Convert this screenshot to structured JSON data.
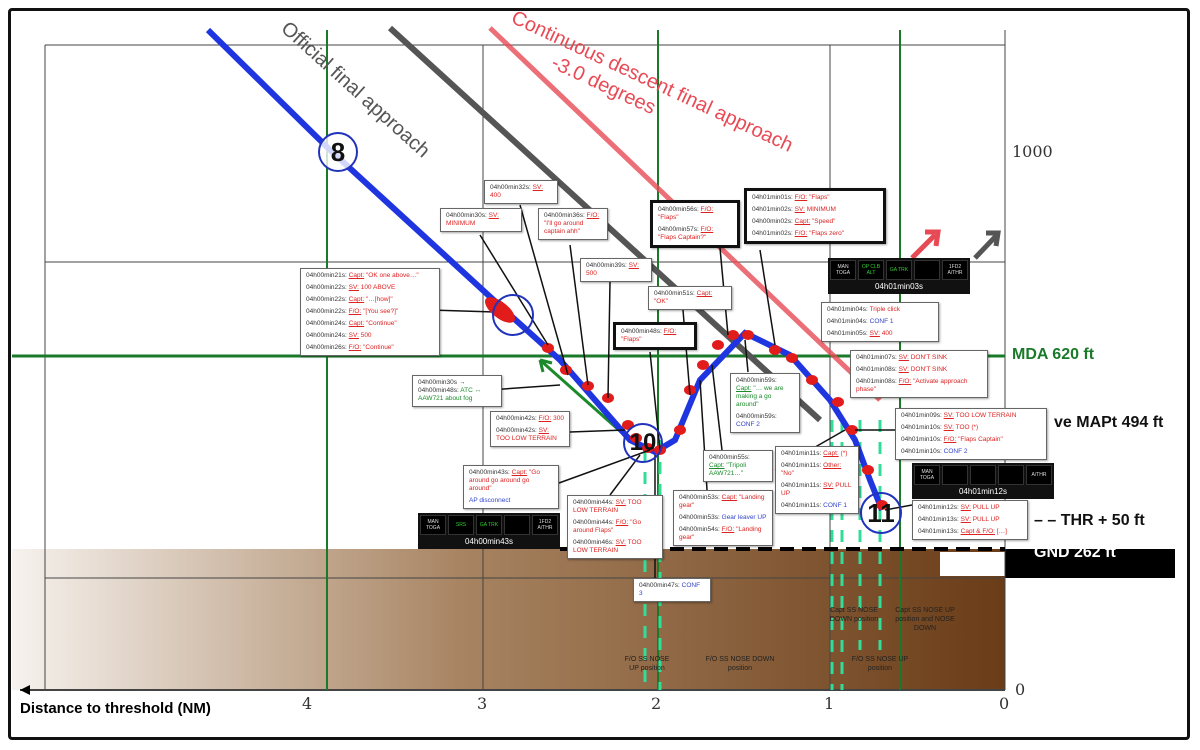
{
  "axis": {
    "xlabel": "Distance to threshold (NM)",
    "xticks": [
      "4",
      "3",
      "2",
      "1",
      "0"
    ],
    "yticks": [
      "1000",
      "0"
    ]
  },
  "references": {
    "mda": "MDA 620 ft",
    "mapt": "ve MAPt 494 ft",
    "thr": "– – THR + 50 ft",
    "gnd": "GND 262 ft",
    "official": "Official final approach",
    "cdfa": "Continuous descent final approach",
    "cdfa_angle": "-3.0 degrees"
  },
  "colors": {
    "path": "#1f35e0",
    "event": "#e21b1b",
    "mda": "#1a7a2a",
    "cdfa": "#e84a55",
    "official": "#555555"
  },
  "markers": [
    "8",
    "10",
    "11"
  ],
  "fma": [
    {
      "time": "04h00min43s",
      "cells": [
        "MAN TOGA",
        "SRS",
        "GA TRK",
        "",
        "1FD2 A/THR"
      ]
    },
    {
      "time": "04h01min03s",
      "cells": [
        "MAN TOGA",
        "OP CLB ALT",
        "GA TRK",
        "",
        "1FD2 A/THR"
      ]
    },
    {
      "time": "04h01min12s",
      "cells": [
        "MAN TOGA",
        "",
        "",
        "",
        "A/THR"
      ]
    }
  ],
  "terrain_labels": [
    "F/O SS NOSE UP position",
    "F/O SS NOSE DOWN position",
    "Capt SS NOSE DOWN position",
    "Capt SS NOSE UP position and NOSE DOWN",
    "F/O SS NOSE UP position"
  ],
  "annotations": [
    {
      "lines": [
        {
          "t": "04h00min21s:",
          "w": "Capt:",
          "x": "\"OK one above…\"",
          "c": "r"
        },
        {
          "t": "04h00min22s:",
          "w": "SV:",
          "x": "100 ABOVE",
          "c": "r"
        },
        {
          "t": "04h00min22s:",
          "w": "Capt:",
          "x": "\"…[how]\"",
          "c": "r"
        },
        {
          "t": "04h00min22s:",
          "w": "F/O:",
          "x": "\"[You see?]\"",
          "c": "r"
        },
        {
          "t": "04h00min24s:",
          "w": "Capt:",
          "x": "\"Continue\"",
          "c": "r"
        },
        {
          "t": "04h00min24s:",
          "w": "SV:",
          "x": "500",
          "c": "r"
        },
        {
          "t": "04h00min26s:",
          "w": "F/O:",
          "x": "\"Continue\"",
          "c": "r"
        }
      ]
    },
    {
      "lines": [
        {
          "t": "04h00min30s:",
          "w": "SV:",
          "x": "MINIMUM",
          "c": "r"
        }
      ]
    },
    {
      "lines": [
        {
          "t": "04h00min32s:",
          "w": "SV:",
          "x": "400",
          "c": "r"
        }
      ]
    },
    {
      "lines": [
        {
          "t": "04h00min36s:",
          "w": "F/O:",
          "x": "\"I'll go around captain ahh\"",
          "c": "r"
        }
      ]
    },
    {
      "lines": [
        {
          "t": "04h00min39s:",
          "w": "SV:",
          "x": "500",
          "c": "r"
        }
      ]
    },
    {
      "lines": [
        {
          "t": "04h00min30s → 04h00min48s:",
          "w": "",
          "x": "ATC ↔ AAW721 about fog",
          "c": "g"
        }
      ]
    },
    {
      "lines": [
        {
          "t": "04h00min42s:",
          "w": "F/O:",
          "x": "300",
          "c": "r"
        },
        {
          "t": "04h00min42s:",
          "w": "SV:",
          "x": "TOO LOW TERRAIN",
          "c": "r"
        }
      ]
    },
    {
      "lines": [
        {
          "t": "04h00min43s:",
          "w": "Capt:",
          "x": "\"Go around go around go around\"",
          "c": "r"
        },
        {
          "t": "",
          "w": "",
          "x": "AP disconnect",
          "c": "b"
        }
      ]
    },
    {
      "lines": [
        {
          "t": "04h00min44s:",
          "w": "SV:",
          "x": "TOO LOW TERRAIN",
          "c": "r"
        },
        {
          "t": "04h00min44s:",
          "w": "F/O:",
          "x": "\"Go around Flaps\"",
          "c": "r"
        },
        {
          "t": "04h00min46s:",
          "w": "SV:",
          "x": "TOO LOW TERRAIN",
          "c": "r"
        }
      ]
    },
    {
      "lines": [
        {
          "t": "04h00min47s:",
          "w": "",
          "x": "CONF 3",
          "c": "b"
        }
      ]
    },
    {
      "lines": [
        {
          "t": "04h00min48s:",
          "w": "F/O:",
          "x": "\"Flaps\"",
          "c": "r"
        }
      ]
    },
    {
      "lines": [
        {
          "t": "04h00min51s:",
          "w": "Capt:",
          "x": "\"OK\"",
          "c": "r"
        }
      ]
    },
    {
      "lines": [
        {
          "t": "04h00min56s:",
          "w": "F/O:",
          "x": "\"Flaps\"",
          "c": "r"
        },
        {
          "t": "04h00min57s:",
          "w": "F/O:",
          "x": "\"Flaps Captain?\"",
          "c": "r"
        }
      ]
    },
    {
      "lines": [
        {
          "t": "04h01min01s:",
          "w": "F/O:",
          "x": "\"Flaps\"",
          "c": "r"
        },
        {
          "t": "04h01min02s:",
          "w": "SV:",
          "x": "MINIMUM",
          "c": "r"
        },
        {
          "t": "04h00min02s:",
          "w": "Capt:",
          "x": "\"Speed\"",
          "c": "r"
        },
        {
          "t": "04h01min02s:",
          "w": "F/O:",
          "x": "\"Flaps zero\"",
          "c": "r"
        }
      ]
    },
    {
      "lines": [
        {
          "t": "04h00min59s:",
          "w": "Capt:",
          "x": "\"… we are making a go around\"",
          "c": "g"
        },
        {
          "t": "04h00min59s:",
          "w": "",
          "x": "CONF 2",
          "c": "b"
        }
      ]
    },
    {
      "lines": [
        {
          "t": "04h00min55s:",
          "w": "Capt:",
          "x": "\"Tripoli AAW721…\"",
          "c": "g"
        }
      ]
    },
    {
      "lines": [
        {
          "t": "04h00min53s:",
          "w": "Capt:",
          "x": "\"Landing gear\"",
          "c": "r"
        },
        {
          "t": "04h00min53s:",
          "w": "",
          "x": "Gear leaver UP",
          "c": "b"
        },
        {
          "t": "04h00min54s:",
          "w": "F/O:",
          "x": "\"Landing gear\"",
          "c": "r"
        }
      ]
    },
    {
      "lines": [
        {
          "t": "04h01min04s:",
          "w": "",
          "x": "Triple click",
          "c": "r"
        },
        {
          "t": "04h01min04s:",
          "w": "",
          "x": "CONF 1",
          "c": "b"
        },
        {
          "t": "04h01min05s:",
          "w": "SV:",
          "x": "400",
          "c": "r"
        }
      ]
    },
    {
      "lines": [
        {
          "t": "04h01min07s:",
          "w": "SV:",
          "x": "DON'T SINK",
          "c": "r"
        },
        {
          "t": "04h01min08s:",
          "w": "SV:",
          "x": "DON'T SINK",
          "c": "r"
        },
        {
          "t": "04h01min08s:",
          "w": "F/O:",
          "x": "\"Activate approach phase\"",
          "c": "r"
        }
      ]
    },
    {
      "lines": [
        {
          "t": "04h01min09s:",
          "w": "SV:",
          "x": "TOO LOW TERRAIN",
          "c": "r"
        },
        {
          "t": "04h01min10s:",
          "w": "SV:",
          "x": "TOO (*)",
          "c": "r"
        },
        {
          "t": "04h01min10s:",
          "w": "F/O:",
          "x": "\"Flaps Captain\"",
          "c": "r"
        },
        {
          "t": "04h01min10s:",
          "w": "",
          "x": "CONF 2",
          "c": "b"
        }
      ]
    },
    {
      "lines": [
        {
          "t": "04h01min11s:",
          "w": "Capt:",
          "x": "(*)",
          "c": "r"
        },
        {
          "t": "04h01min11s:",
          "w": "Other:",
          "x": "\"No\"",
          "c": "r"
        },
        {
          "t": "04h01min11s:",
          "w": "SV:",
          "x": "PULL UP",
          "c": "r"
        },
        {
          "t": "04h01min11s:",
          "w": "",
          "x": "CONF 1",
          "c": "b"
        }
      ]
    },
    {
      "lines": [
        {
          "t": "04h01min12s:",
          "w": "SV:",
          "x": "PULL UP",
          "c": "r"
        },
        {
          "t": "04h01min13s:",
          "w": "SV:",
          "x": "PULL UP",
          "c": "r"
        },
        {
          "t": "04h01min13s:",
          "w": "Capt & F/O:",
          "x": "[…]",
          "c": "r"
        }
      ]
    }
  ]
}
